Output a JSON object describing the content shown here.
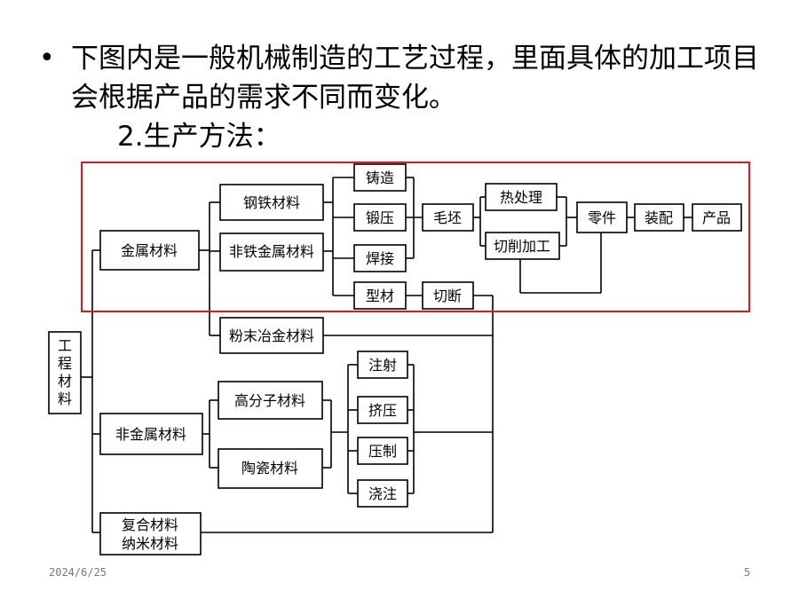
{
  "slide": {
    "bullet_symbol": "•",
    "bullet_text": "下图内是一般机械制造的工艺过程，里面具体的加工项目会根据产品的需求不同而变化。",
    "subheading": "2.生产方法："
  },
  "diagram": {
    "root": "工程材料",
    "metal": "金属材料",
    "steel": "钢铁材料",
    "nonferrous": "非铁金属材料",
    "powder": "粉末冶金材料",
    "casting": "铸造",
    "forging": "锻压",
    "welding": "焊接",
    "profile": "型材",
    "blank": "毛坯",
    "cutoff": "切断",
    "heat_treat": "热处理",
    "machining": "切削加工",
    "part": "零件",
    "assembly": "装配",
    "product": "产品",
    "nonmetal": "非金属材料",
    "polymer": "高分子材料",
    "ceramic": "陶瓷材料",
    "injection": "注射",
    "extrusion": "挤压",
    "pressing": "压制",
    "pouring": "浇注",
    "composite_1": "复合材料",
    "composite_2": "纳米材料"
  },
  "footer": {
    "date": "2024/6/25",
    "page": "5"
  },
  "colors": {
    "highlight_border": "#e8141b",
    "footer_text": "#777777"
  }
}
